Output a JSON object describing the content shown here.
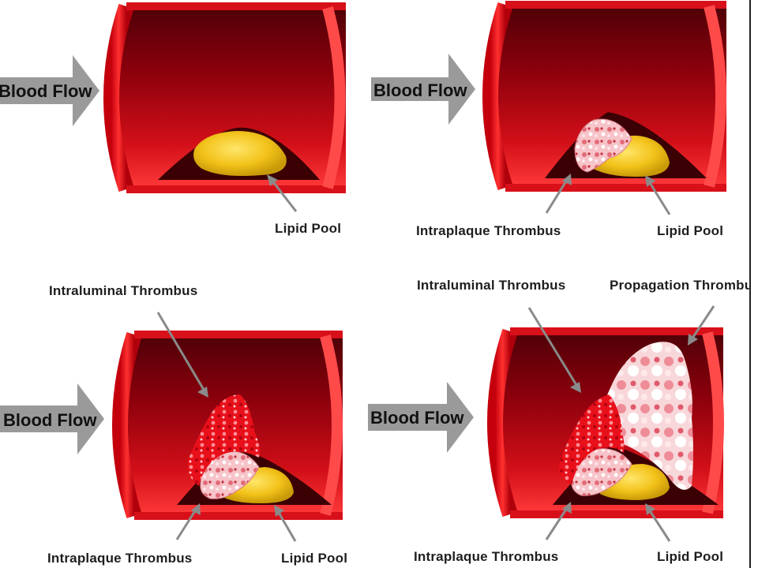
{
  "colors": {
    "vessel_dark": "#5a0008",
    "vessel_mid": "#b3000f",
    "vessel_bright": "#ff2a2a",
    "lipid": "#f2c21a",
    "thrombus_red": "#e8101a",
    "thrombus_pink": "#f6c3c8",
    "arrow_gray": "#9a9a9a"
  },
  "panels": [
    {
      "flow_label": "Blood Flow",
      "labels": {
        "lipid": "Lipid Pool"
      }
    },
    {
      "flow_label": "Blood Flow",
      "labels": {
        "intraplaque": "Intraplaque Thrombus",
        "lipid": "Lipid Pool"
      }
    },
    {
      "flow_label": "Blood Flow",
      "labels": {
        "intraluminal": "Intraluminal Thrombus",
        "intraplaque": "Intraplaque Thrombus",
        "lipid": "Lipid Pool"
      }
    },
    {
      "flow_label": "Blood Flow",
      "labels": {
        "intraluminal": "Intraluminal Thrombus",
        "propagation": "Propagation Thrombus",
        "intraplaque": "Intraplaque Thrombus",
        "lipid": "Lipid Pool"
      }
    }
  ]
}
